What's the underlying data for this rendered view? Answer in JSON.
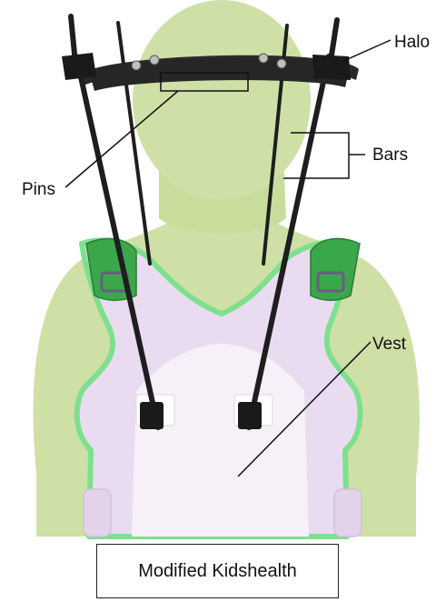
{
  "labels": {
    "halo": "Halo",
    "bars": "Bars",
    "pins": "Pins",
    "vest": "Vest"
  },
  "credit": "Modified Kidshealth",
  "colors": {
    "body": "#cfe0a6",
    "vest": "#eadcf0",
    "vest_trim": "#7ee08e",
    "pad": "#3aa84a",
    "hardware": "#1e1e1e",
    "leader": "#111111"
  }
}
